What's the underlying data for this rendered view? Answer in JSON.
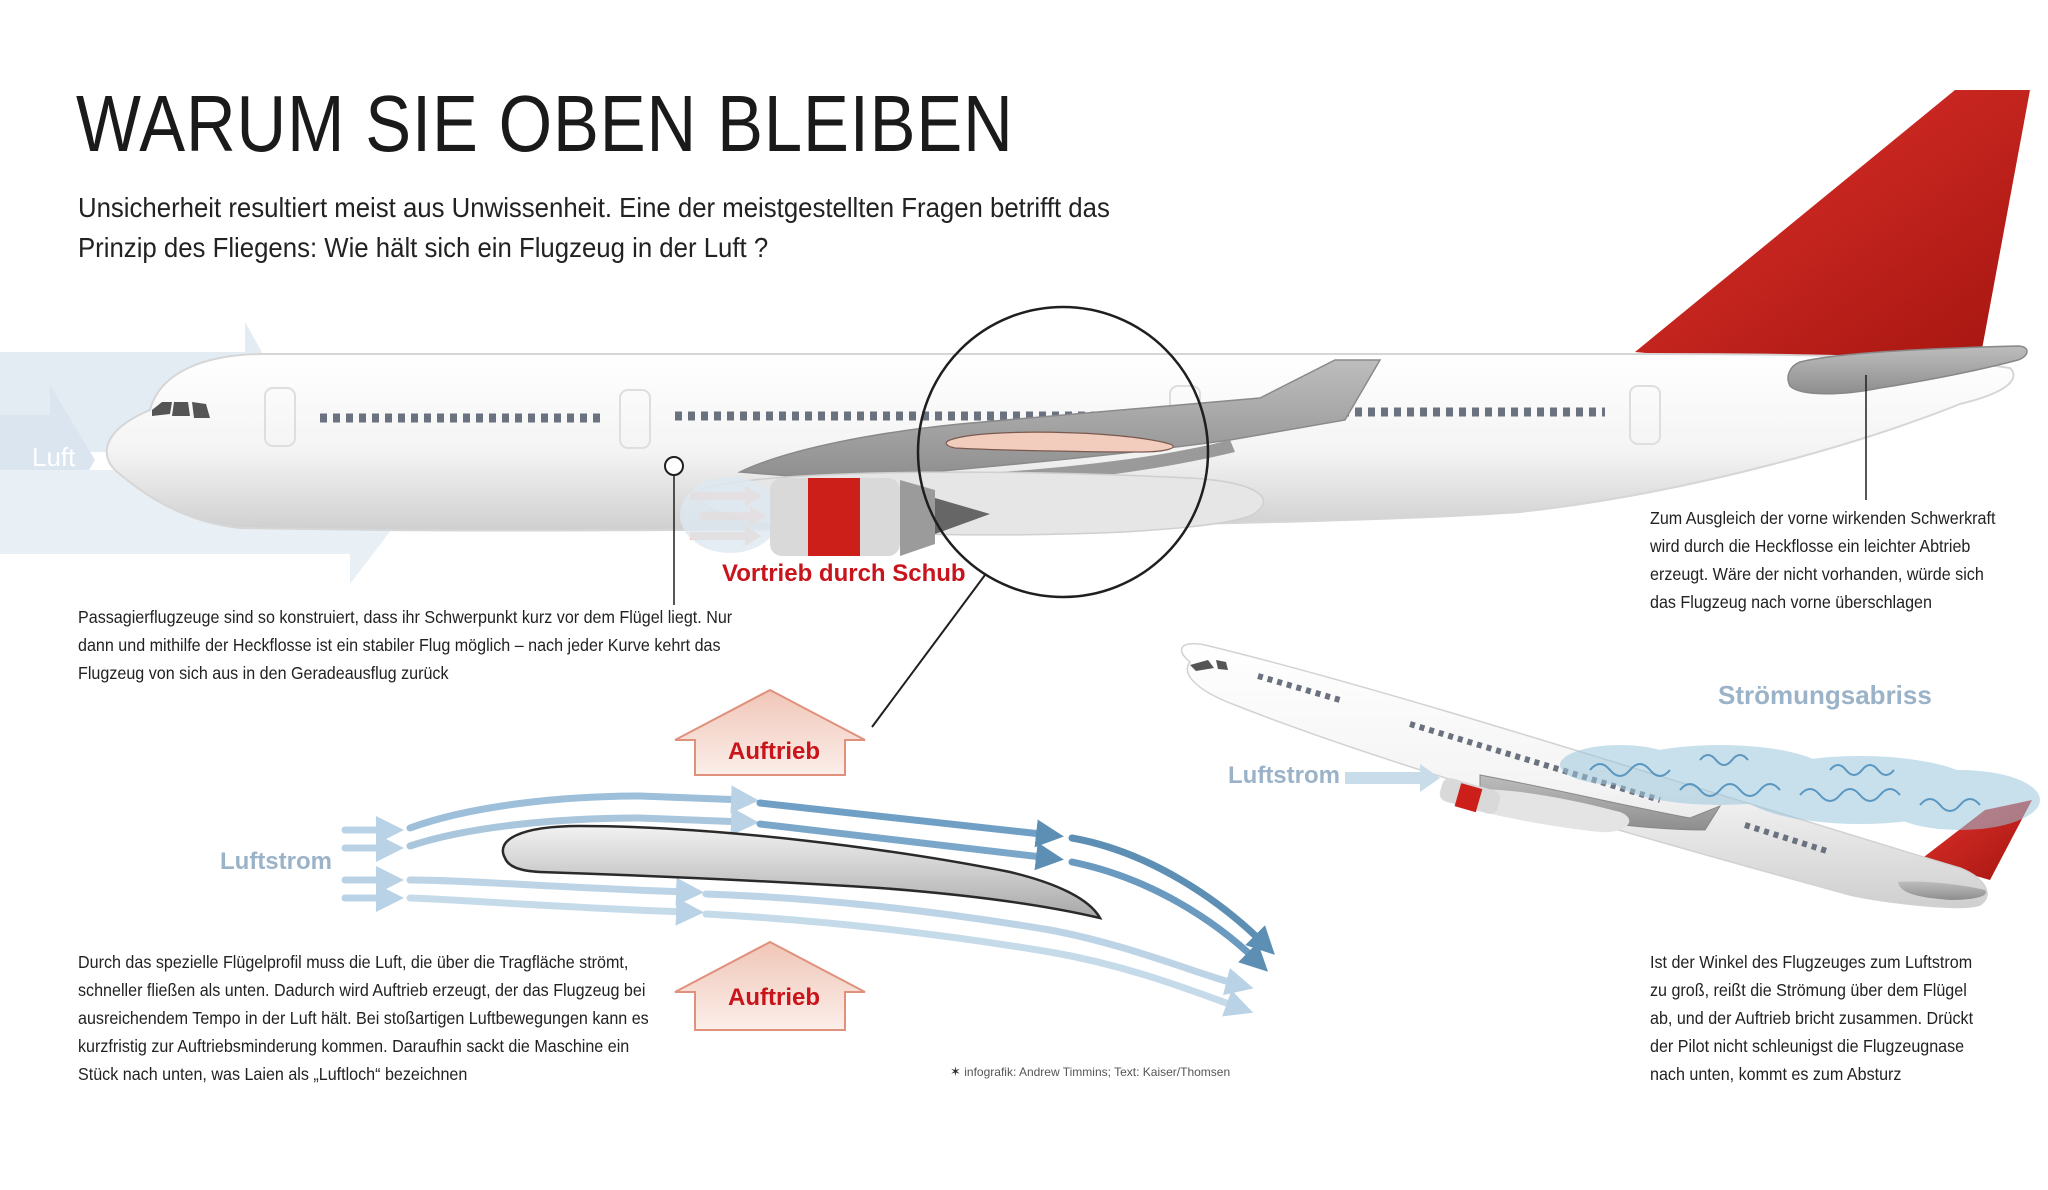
{
  "header": {
    "title": "WARUM SIE OBEN BLEIBEN",
    "subtitle": "Unsicherheit resultiert meist aus Unwissenheit. Eine der meistgestellten Fragen betrifft das Prinzip des Fliegens: Wie hält sich ein Flugzeug in der Luft ?"
  },
  "labels": {
    "luft": "Luft",
    "vortrieb": "Vortrieb durch Schub",
    "auftrieb_top": "Auftrieb",
    "auftrieb_bottom": "Auftrieb",
    "luftstrom_wing": "Luftstrom",
    "luftstrom_plane": "Luftstrom",
    "stroemungsabriss": "Strömungsabriss"
  },
  "texts": {
    "schwerpunkt": "Passagierflugzeuge sind so konstruiert, dass ihr Schwerpunkt kurz vor dem Flügel liegt. Nur dann und mithilfe der Heckflosse ist ein stabiler Flug möglich – nach jeder Kurve kehrt das Flugzeug von sich aus in den Geradeausflug zurück",
    "heckflosse": "Zum Ausgleich der vorne wirkenden Schwerkraft wird durch die Heckflosse ein leichter Abtrieb erzeugt. Wäre der nicht vorhanden, würde sich das Flugzeug nach vorne überschlagen",
    "fluegelprofil": "Durch das spezielle Flügelprofil muss die Luft, die über die Tragfläche strömt, schneller fließen als unten. Dadurch wird Auftrieb erzeugt, der das Flugzeug bei ausreichendem Tempo in der Luft hält. Bei stoßartigen Luftbewegungen kann es kurzfristig zur Auftriebsminderung kommen. Daraufhin sackt die Maschine ein Stück nach unten, was Laien als „Luftloch“ bezeichnen",
    "absturz": "Ist der Winkel des Flugzeuges zum Luftstrom zu groß, reißt die Strömung über dem Flügel ab, und der Auftrieb bricht zusammen. Drückt der Pilot nicht schleunigst die Flugzeugnase nach unten, kommt es zum Absturz"
  },
  "credit": "infografik: Andrew Timmins; Text: Kaiser/Thomsen",
  "colors": {
    "tail_red": "#cc1f1a",
    "air_blue": "#a9c6dd",
    "flow_dark": "#5d8fb4",
    "lift_fill": "#f3d8cf",
    "lift_stroke": "#e0917c",
    "label_red": "#c8141a",
    "label_blue": "#9bb3c8"
  },
  "icons": [
    "star-icon"
  ]
}
